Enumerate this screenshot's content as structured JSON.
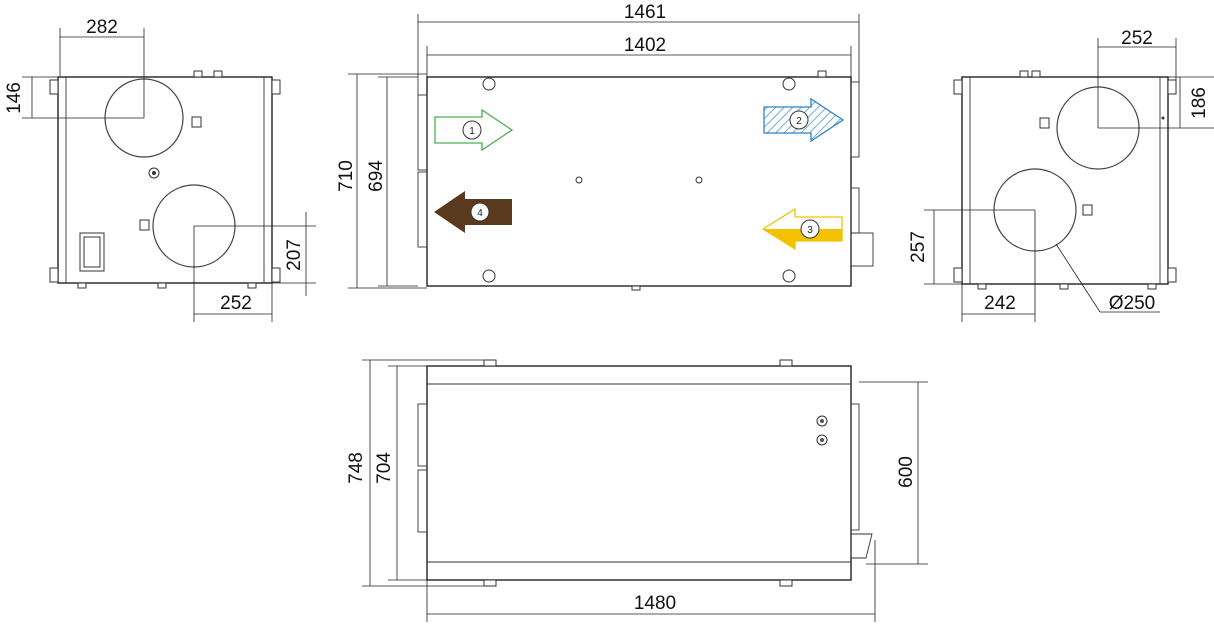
{
  "dimensions": {
    "left_width_top": "282",
    "left_height_top": "146",
    "left_height_bottom": "207",
    "left_width_bottom": "252",
    "front_width_total": "1461",
    "front_width_inner": "1402",
    "front_height_outer": "710",
    "front_height_inner": "694",
    "right_width_top": "252",
    "right_height_top": "186",
    "right_height_bottom": "257",
    "right_width_bottom": "242",
    "right_diameter": "Ø250",
    "top_height_outer": "748",
    "top_height_inner": "704",
    "top_depth": "600",
    "top_width_total": "1480"
  },
  "arrows": [
    {
      "label": "1",
      "color": "#4caf50"
    },
    {
      "label": "2",
      "color": "#2b86c5"
    },
    {
      "label": "3",
      "color": "#f2c200"
    },
    {
      "label": "4",
      "color": "#5a3a1e"
    }
  ]
}
